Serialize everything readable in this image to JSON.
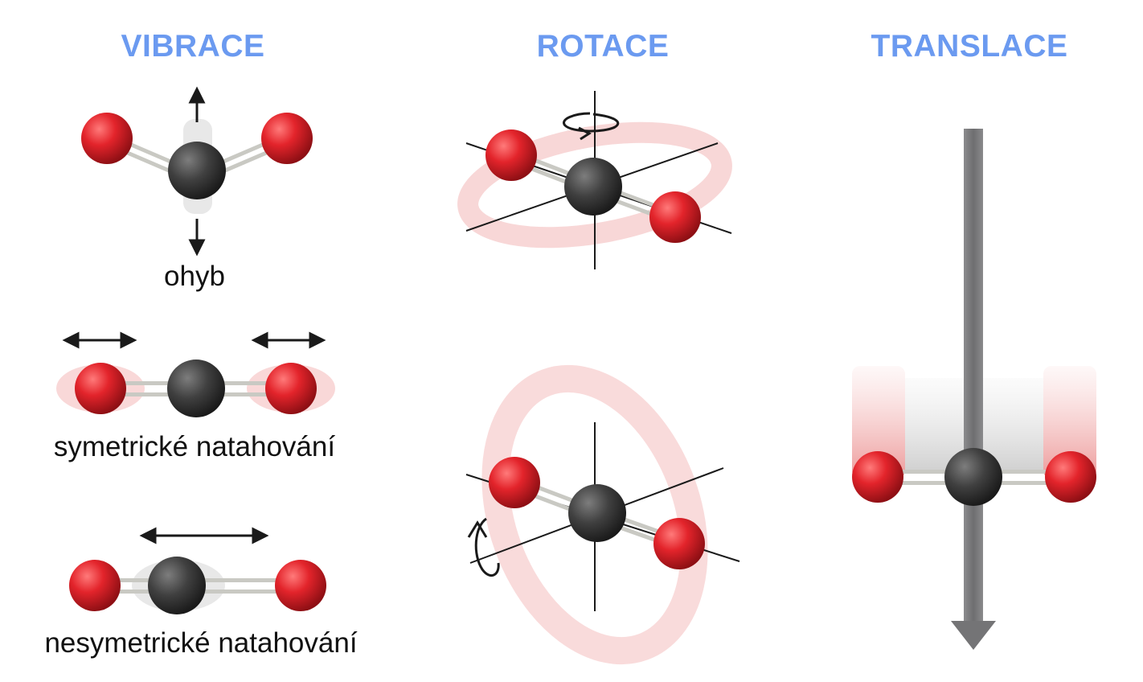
{
  "headings": {
    "vibration": "VIBRACE",
    "rotation": "ROTACE",
    "translation": "TRANSLACE"
  },
  "labels": {
    "bend": "ohyb",
    "symmetric_stretch": "symetrické natahování",
    "asymmetric_stretch": "nesymetrické natahování"
  },
  "colors": {
    "heading": "#6b9af0",
    "oxygen": "#d81e24",
    "carbon": "#3a3a3a",
    "bond": "#c8c8c2",
    "translation_arrow": "#7a7a7c",
    "motion_blur": "#f0a8a8"
  }
}
